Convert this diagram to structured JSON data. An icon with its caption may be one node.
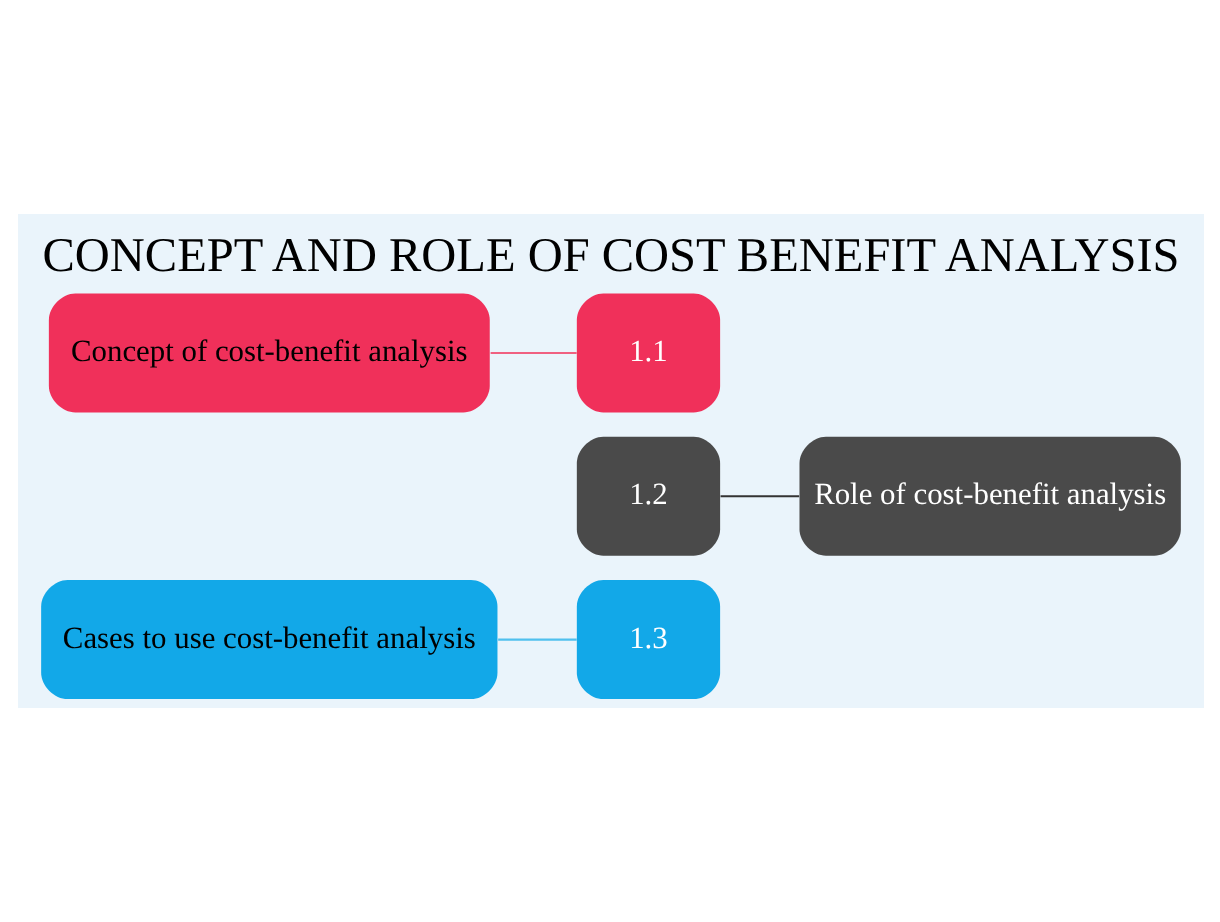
{
  "diagram": {
    "title": "CONCEPT AND ROLE OF COST BENEFIT ANALYSIS",
    "nodes": [
      {
        "text": [
          "1.1"
        ]
      },
      {
        "text": [
          "Concept of cost-benefit analysis"
        ]
      },
      {
        "text": [
          "1.2"
        ]
      },
      {
        "text": [
          "Role of cost-benefit analysis"
        ]
      },
      {
        "text": [
          "1.3"
        ]
      },
      {
        "text": [
          "Cases to use cost-benefit analysis"
        ]
      }
    ],
    "edges": [
      {
        "from": 1,
        "to": 0,
        "arrow": "none",
        "color": "#f06080"
      },
      {
        "from": 2,
        "to": 3,
        "arrow": "none",
        "color": "#333333"
      },
      {
        "from": 5,
        "to": 4,
        "arrow": "none",
        "color": "#50c0ee"
      }
    ]
  }
}
